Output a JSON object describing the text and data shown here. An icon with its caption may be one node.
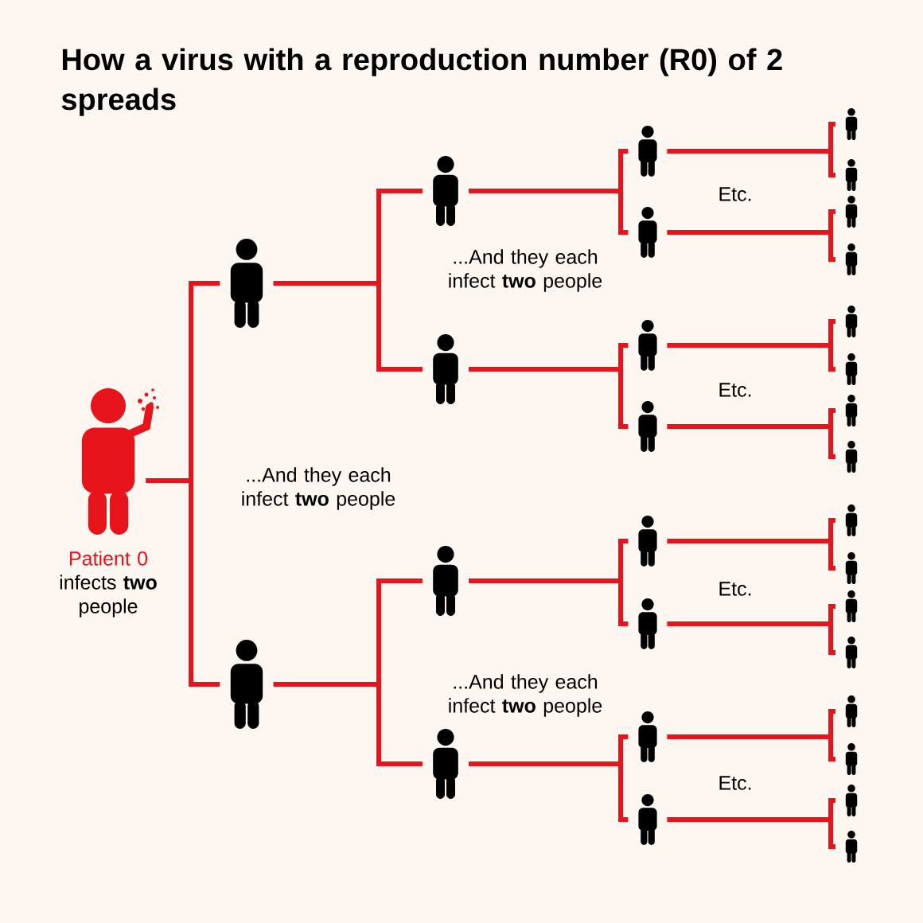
{
  "diagram": {
    "title": "How a virus with a reproduction number (R0) of 2 spreads",
    "nodes": [
      {
        "text": [],
        "shape": "person",
        "beside": [
          "Patient 0",
          "infects **two** people"
        ]
      },
      {
        "text": [],
        "shape": "person"
      },
      {
        "text": [],
        "shape": "person"
      },
      {
        "text": [],
        "shape": "person"
      },
      {
        "text": [],
        "shape": "person"
      },
      {
        "text": [],
        "shape": "person"
      },
      {
        "text": [],
        "shape": "person"
      },
      {
        "text": [],
        "shape": "person"
      },
      {
        "text": [],
        "shape": "person"
      },
      {
        "text": [],
        "shape": "person"
      },
      {
        "text": [],
        "shape": "person"
      },
      {
        "text": [],
        "shape": "person"
      },
      {
        "text": [],
        "shape": "person"
      },
      {
        "text": [],
        "shape": "person"
      },
      {
        "text": [],
        "shape": "person"
      },
      {
        "text": [],
        "shape": "person"
      },
      {
        "text": [],
        "shape": "person"
      },
      {
        "text": [],
        "shape": "person"
      },
      {
        "text": [],
        "shape": "person"
      },
      {
        "text": [],
        "shape": "person"
      },
      {
        "text": [],
        "shape": "person"
      },
      {
        "text": [],
        "shape": "person"
      },
      {
        "text": [],
        "shape": "person"
      },
      {
        "text": [],
        "shape": "person"
      },
      {
        "text": [],
        "shape": "person"
      },
      {
        "text": [],
        "shape": "person"
      },
      {
        "text": [],
        "shape": "person"
      },
      {
        "text": [],
        "shape": "person"
      },
      {
        "text": [],
        "shape": "person"
      },
      {
        "text": [],
        "shape": "person"
      },
      {
        "text": [],
        "shape": "person"
      }
    ],
    "edges": [
      {
        "from": 0,
        "to": 1,
        "arrow": "none"
      },
      {
        "from": 0,
        "to": 2,
        "arrow": "none"
      },
      {
        "from": 1,
        "to": 3,
        "arrow": "none"
      },
      {
        "from": 1,
        "to": 4,
        "arrow": "none"
      },
      {
        "from": 2,
        "to": 5,
        "arrow": "none"
      },
      {
        "from": 2,
        "to": 6,
        "arrow": "none"
      },
      {
        "from": 3,
        "to": 7,
        "arrow": "none"
      },
      {
        "from": 3,
        "to": 8,
        "arrow": "none"
      },
      {
        "from": 4,
        "to": 9,
        "arrow": "none"
      },
      {
        "from": 4,
        "to": 10,
        "arrow": "none"
      },
      {
        "from": 5,
        "to": 11,
        "arrow": "none"
      },
      {
        "from": 5,
        "to": 12,
        "arrow": "none"
      },
      {
        "from": 6,
        "to": 13,
        "arrow": "none"
      },
      {
        "from": 6,
        "to": 14,
        "arrow": "none"
      },
      {
        "from": 7,
        "to": 15,
        "arrow": "none"
      },
      {
        "from": 7,
        "to": 16,
        "arrow": "none"
      },
      {
        "from": 8,
        "to": 17,
        "arrow": "none"
      },
      {
        "from": 8,
        "to": 18,
        "arrow": "none"
      },
      {
        "from": 9,
        "to": 19,
        "arrow": "none"
      },
      {
        "from": 9,
        "to": 20,
        "arrow": "none"
      },
      {
        "from": 10,
        "to": 21,
        "arrow": "none"
      },
      {
        "from": 10,
        "to": 22,
        "arrow": "none"
      },
      {
        "from": 11,
        "to": 23,
        "arrow": "none"
      },
      {
        "from": 11,
        "to": 24,
        "arrow": "none"
      },
      {
        "from": 12,
        "to": 25,
        "arrow": "none"
      },
      {
        "from": 12,
        "to": 26,
        "arrow": "none"
      },
      {
        "from": 13,
        "to": 27,
        "arrow": "none"
      },
      {
        "from": 13,
        "to": 28,
        "arrow": "none"
      },
      {
        "from": 14,
        "to": 29,
        "arrow": "none"
      },
      {
        "from": 14,
        "to": 30,
        "arrow": "none"
      }
    ],
    "labels": [
      "...And they each infect **two** people",
      "...And they each infect **two** people",
      "Etc.",
      "Etc.",
      "...And they each infect **two** people",
      "Etc.",
      "Etc."
    ]
  }
}
